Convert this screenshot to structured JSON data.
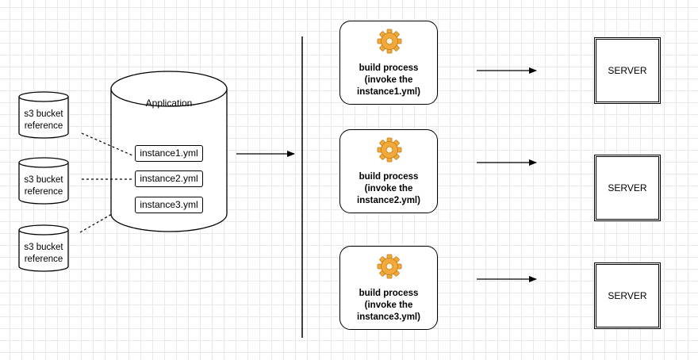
{
  "diagram": {
    "buckets": [
      {
        "label_line1": "s3 bucket",
        "label_line2": "reference"
      },
      {
        "label_line1": "s3 bucket",
        "label_line2": "reference"
      },
      {
        "label_line1": "s3 bucket",
        "label_line2": "reference"
      }
    ],
    "application": {
      "title": "Application",
      "files": [
        "instance1.yml",
        "instance2.yml",
        "instance3.yml"
      ]
    },
    "processes": [
      {
        "label": "build process\n(invoke the\ninstance1.yml)",
        "icon": "gear-icon"
      },
      {
        "label": "build process\n(invoke the\ninstance2.yml)",
        "icon": "gear-icon"
      },
      {
        "label": "build process\n(invoke the\ninstance3.yml)",
        "icon": "gear-icon"
      }
    ],
    "servers": [
      {
        "label": "SERVER"
      },
      {
        "label": "SERVER"
      },
      {
        "label": "SERVER"
      }
    ],
    "colors": {
      "gear": "#f2a93b",
      "gear_dark": "#c77a12",
      "stroke": "#000000",
      "grid": "#e9e9e9"
    }
  }
}
